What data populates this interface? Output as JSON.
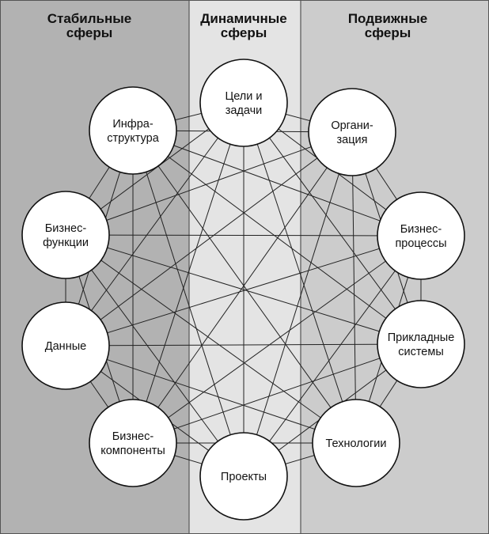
{
  "columns": [
    {
      "id": "stable",
      "title_lines": [
        "Стабильные",
        "сферы"
      ],
      "color": "#b2b2b2"
    },
    {
      "id": "dynamic",
      "title_lines": [
        "Динамичные",
        "сферы"
      ],
      "color": "#e4e4e4"
    },
    {
      "id": "mobile",
      "title_lines": [
        "Подвижные",
        "сферы"
      ],
      "color": "#cccccc"
    }
  ],
  "nodes": [
    {
      "id": "goals",
      "lines": [
        "Цели и",
        "задачи"
      ]
    },
    {
      "id": "org",
      "lines": [
        "Органи-",
        "зация"
      ]
    },
    {
      "id": "bproc",
      "lines": [
        "Бизнес-",
        "процессы"
      ]
    },
    {
      "id": "apps",
      "lines": [
        "Прикладные",
        "системы"
      ]
    },
    {
      "id": "tech",
      "lines": [
        "Технологии"
      ]
    },
    {
      "id": "projects",
      "lines": [
        "Проекты"
      ]
    },
    {
      "id": "bcomp",
      "lines": [
        "Бизнес-",
        "компоненты"
      ]
    },
    {
      "id": "data",
      "lines": [
        "Данные"
      ]
    },
    {
      "id": "bfunc",
      "lines": [
        "Бизнес-",
        "функции"
      ]
    },
    {
      "id": "infra",
      "lines": [
        "Инфра-",
        "структура"
      ]
    }
  ],
  "edges": [
    [
      "goals",
      "org"
    ],
    [
      "org",
      "bproc"
    ],
    [
      "bproc",
      "apps"
    ],
    [
      "apps",
      "tech"
    ],
    [
      "tech",
      "projects"
    ],
    [
      "projects",
      "bcomp"
    ],
    [
      "bcomp",
      "data"
    ],
    [
      "data",
      "bfunc"
    ],
    [
      "bfunc",
      "infra"
    ],
    [
      "infra",
      "goals"
    ],
    [
      "goals",
      "bproc"
    ],
    [
      "goals",
      "apps"
    ],
    [
      "goals",
      "tech"
    ],
    [
      "goals",
      "projects"
    ],
    [
      "goals",
      "bcomp"
    ],
    [
      "goals",
      "data"
    ],
    [
      "goals",
      "bfunc"
    ],
    [
      "org",
      "apps"
    ],
    [
      "org",
      "tech"
    ],
    [
      "org",
      "projects"
    ],
    [
      "org",
      "bcomp"
    ],
    [
      "org",
      "data"
    ],
    [
      "org",
      "bfunc"
    ],
    [
      "org",
      "infra"
    ],
    [
      "bproc",
      "tech"
    ],
    [
      "bproc",
      "projects"
    ],
    [
      "bproc",
      "bcomp"
    ],
    [
      "bproc",
      "data"
    ],
    [
      "bproc",
      "bfunc"
    ],
    [
      "bproc",
      "infra"
    ],
    [
      "apps",
      "projects"
    ],
    [
      "apps",
      "bcomp"
    ],
    [
      "apps",
      "data"
    ],
    [
      "apps",
      "bfunc"
    ],
    [
      "apps",
      "infra"
    ],
    [
      "tech",
      "bcomp"
    ],
    [
      "tech",
      "data"
    ],
    [
      "tech",
      "bfunc"
    ],
    [
      "tech",
      "infra"
    ],
    [
      "projects",
      "data"
    ],
    [
      "projects",
      "bfunc"
    ],
    [
      "projects",
      "infra"
    ],
    [
      "bcomp",
      "bfunc"
    ],
    [
      "bcomp",
      "infra"
    ],
    [
      "data",
      "infra"
    ]
  ]
}
